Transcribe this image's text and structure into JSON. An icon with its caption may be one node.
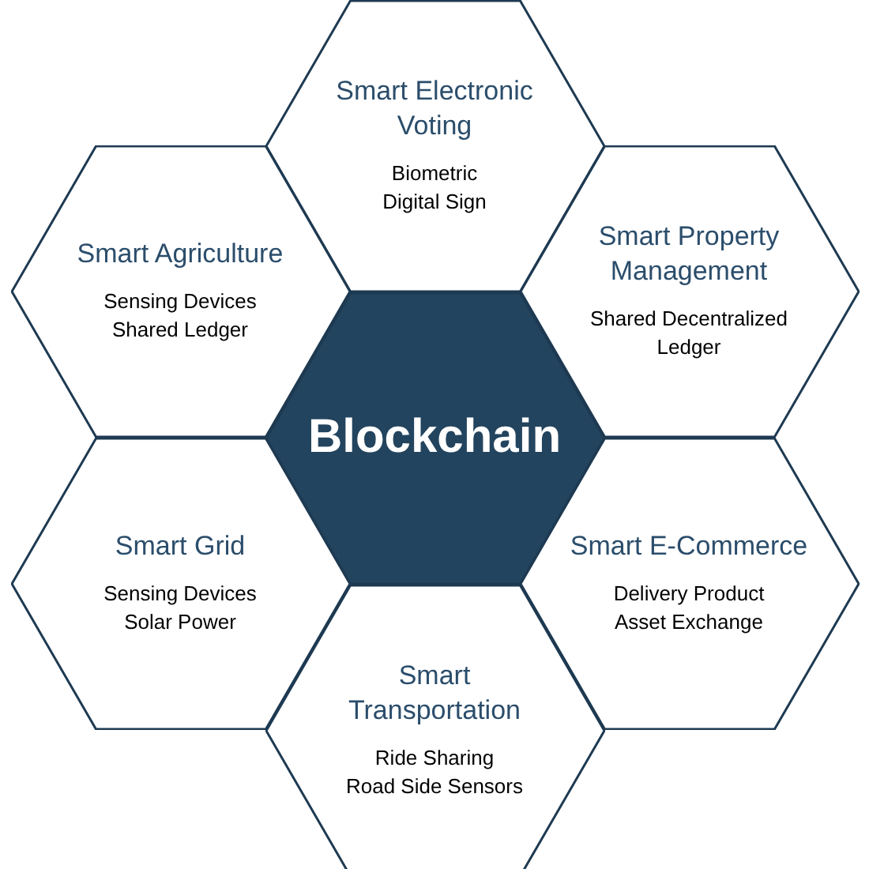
{
  "diagram": {
    "nodes": [
      {
        "text": [
          "Smart Electronic Voting",
          "Biometric",
          "Digital Sign"
        ]
      },
      {
        "text": [
          "Smart Agriculture",
          "Sensing Devices",
          "Shared Ledger"
        ]
      },
      {
        "text": [
          "Smart Property Management",
          "Shared Decentralized Ledger"
        ]
      },
      {
        "text": [
          "Blockchain"
        ]
      },
      {
        "text": [
          "Smart Grid",
          "Sensing Devices",
          "Solar Power"
        ]
      },
      {
        "text": [
          "Smart E-Commerce",
          "Delivery Product",
          "Asset Exchange"
        ]
      },
      {
        "text": [
          "Smart Transportation",
          "Ride Sharing",
          "Road Side Sensors"
        ]
      }
    ]
  }
}
